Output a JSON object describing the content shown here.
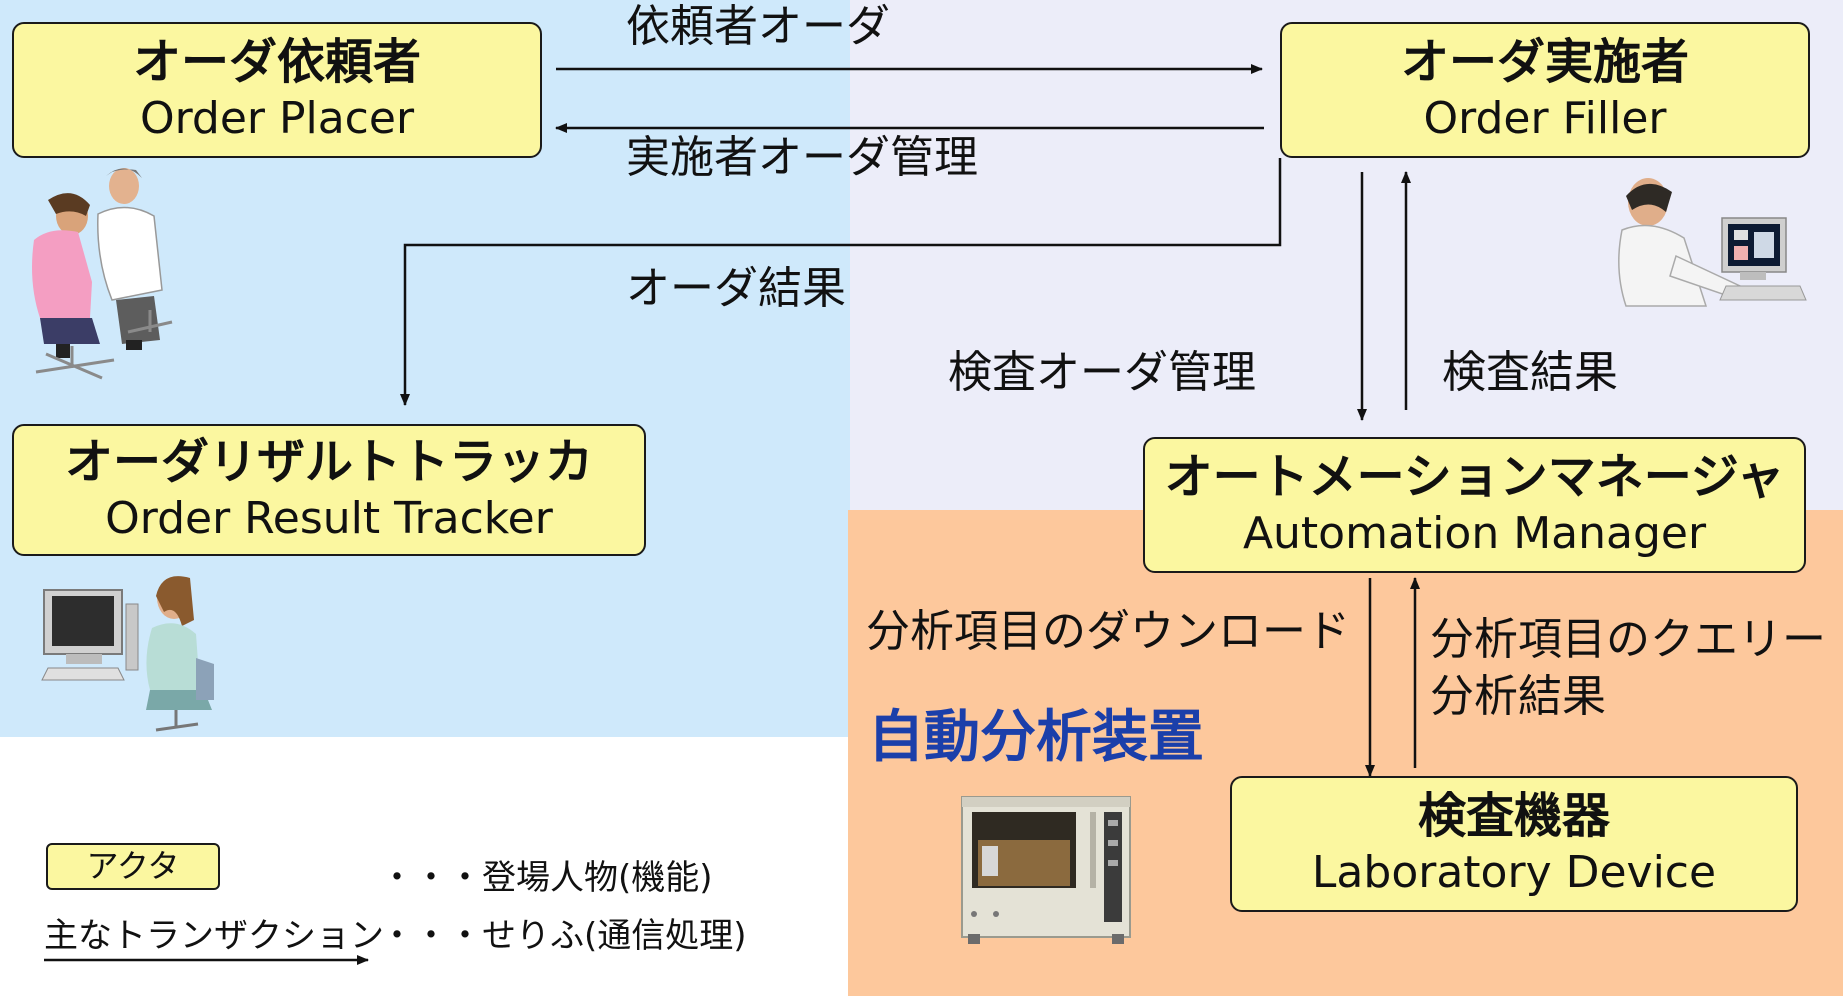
{
  "actors": {
    "order_placer": {
      "jp": "オーダ依頼者",
      "en": "Order Placer"
    },
    "order_filler": {
      "jp": "オーダ実施者",
      "en": "Order Filler"
    },
    "result_tracker": {
      "jp": "オーダリザルトトラッカ",
      "en": "Order Result Tracker"
    },
    "automation_manager": {
      "jp": "オートメーションマネージャ",
      "en": "Automation Manager"
    },
    "lab_device": {
      "jp": "検査機器",
      "en": "Laboratory Device"
    }
  },
  "transactions": {
    "placer_order": "依頼者オーダ",
    "filler_order_mgmt": "実施者オーダ管理",
    "order_result": "オーダ結果",
    "test_order_mgmt": "検査オーダ管理",
    "test_result": "検査結果",
    "download_items": "分析項目のダウンロード",
    "query_items": "分析項目のクエリー",
    "analysis_result": "分析結果"
  },
  "region_title": "自動分析装置",
  "legend": {
    "actor_box": "アクタ",
    "actor_desc": "・・・登場人物(機能)",
    "transaction": "主なトランザクション",
    "transaction_desc": "・・・せりふ(通信処理)"
  },
  "colors": {
    "actor_fill": "#fbf7a0",
    "hospital_bg": "#cfe9fb",
    "lab_bg": "#ecedf9",
    "device_bg": "#fdc89c",
    "title_blue": "#1b3faa"
  },
  "icons": [
    "doctor-patient-illustration",
    "lab-technician-computer-illustration",
    "office-worker-computer-illustration",
    "analyzer-machine-illustration"
  ]
}
